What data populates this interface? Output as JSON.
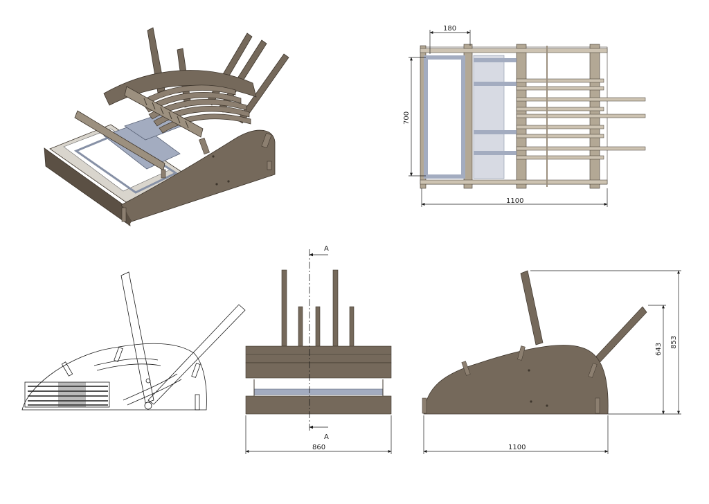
{
  "colors": {
    "wood": "#75695b",
    "wood_dark": "#5b5044",
    "wood_light": "#b3a895",
    "wood_pale": "#cdc3b2",
    "metal": "#a3acc0",
    "metal_dark": "#8791a6",
    "line": "#1a1a1a"
  },
  "views": {
    "isometric": {},
    "top": {
      "dim_width": "180",
      "dim_depth": "700",
      "dim_length": "1100"
    },
    "side_wireframe": {},
    "front_section": {
      "section_top": "A",
      "section_bottom": "A",
      "dim_width": "860"
    },
    "side": {
      "dim_inner_height": "643",
      "dim_total_height": "853",
      "dim_length": "1100"
    }
  }
}
